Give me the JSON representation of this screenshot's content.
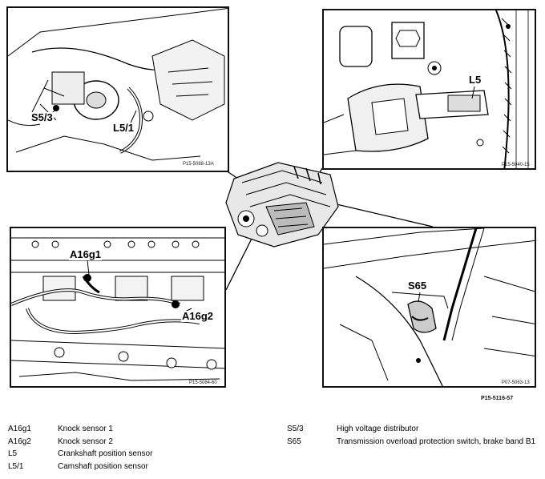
{
  "callouts": {
    "s5_3": "S5/3",
    "l5_1": "L5/1",
    "l5": "L5",
    "a16g1": "A16g1",
    "a16g2": "A16g2",
    "s65": "S65"
  },
  "panel_refs": {
    "top_left": "P15-5088-13A",
    "top_right": "P15-5040-15",
    "bottom_left": "P15-5084-60",
    "bottom_right": "P07-5063-13"
  },
  "figure_ref": "P15-5116-57",
  "legend": {
    "left": [
      {
        "code": "A16g1",
        "desc": "Knock sensor 1"
      },
      {
        "code": "A16g2",
        "desc": "Knock sensor 2"
      },
      {
        "code": "L5",
        "desc": "Crankshaft position sensor"
      },
      {
        "code": "L5/1",
        "desc": "Camshaft position sensor"
      }
    ],
    "right": [
      {
        "code": "S5/3",
        "desc": "High voltage distributor"
      },
      {
        "code": "S65",
        "desc": "Transmission overload protection switch, brake band B1"
      }
    ]
  }
}
